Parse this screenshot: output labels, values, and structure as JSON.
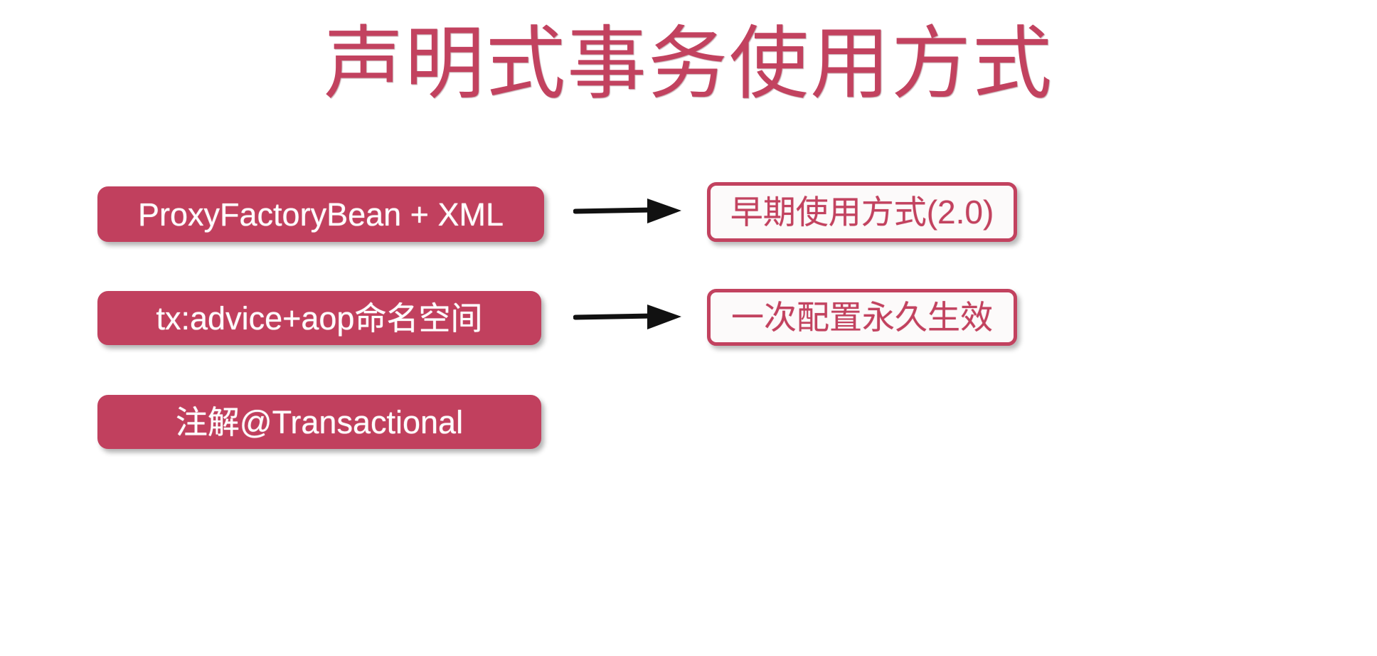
{
  "slide": {
    "title": "声明式事务使用方式",
    "background_color": "#ffffff",
    "accent_color": "#C2425F",
    "chip_fill_color": "#C1405E",
    "chip_text_color": "#ffffff",
    "arrow_color": "#111111"
  },
  "left_column": {
    "items": [
      {
        "label": "ProxyFactoryBean + XML"
      },
      {
        "label": "tx:advice+aop命名空间"
      },
      {
        "label": "注解@Transactional"
      }
    ]
  },
  "right_column": {
    "items": [
      {
        "label": "早期使用方式(2.0)"
      },
      {
        "label": "一次配置永久生效"
      }
    ]
  },
  "connectors": [
    {
      "from": "ProxyFactoryBean + XML",
      "to": "早期使用方式(2.0)",
      "icon": "arrow-right-icon"
    },
    {
      "from": "tx:advice+aop命名空间",
      "to": "一次配置永久生效",
      "icon": "arrow-right-icon"
    }
  ]
}
